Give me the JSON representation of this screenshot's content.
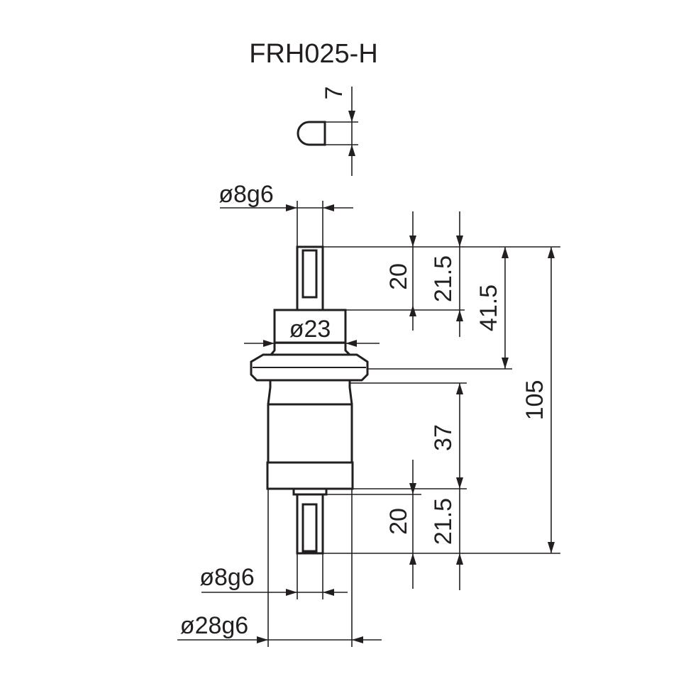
{
  "title": "FRH025-H",
  "labels": {
    "key_width": "7",
    "top_shaft_dia": "ø8g6",
    "flange_dia": "ø23",
    "top_shaft_len": "20",
    "top_shaft_len_total": "21.5",
    "top_to_flange": "41.5",
    "overall_length": "105",
    "body_len": "37",
    "bottom_shaft_len": "20",
    "bottom_shaft_len_total": "21.5",
    "bottom_shaft_dia": "ø8g6",
    "body_dia": "ø28g6"
  },
  "colors": {
    "line": "#231f20",
    "background": "#ffffff"
  }
}
